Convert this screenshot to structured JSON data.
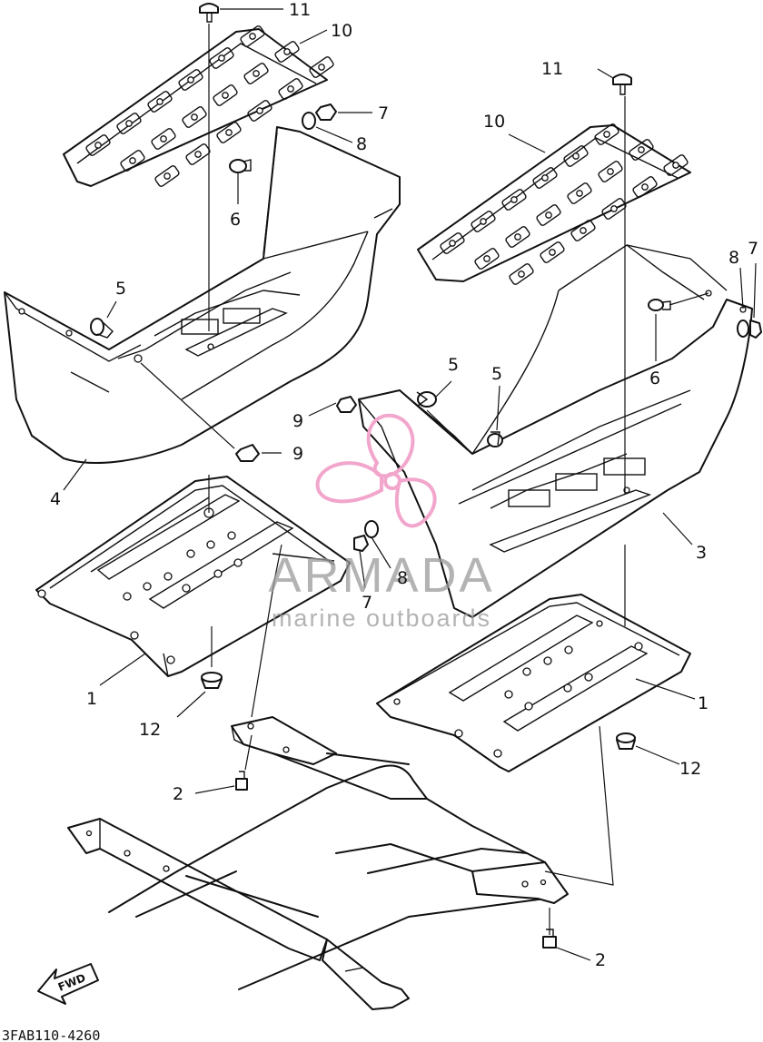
{
  "diagram": {
    "part_number": "3FAB110-4260",
    "direction_label": "FWD",
    "watermark": {
      "brand": "ARMADA",
      "tagline": "marine outboards",
      "colors": {
        "logo": "#f2a6cc",
        "text": "#9a9a9a"
      }
    },
    "callouts": [
      {
        "id": "c-11-left",
        "text": "11"
      },
      {
        "id": "c-10-left",
        "text": "10"
      },
      {
        "id": "c-7-left",
        "text": "7"
      },
      {
        "id": "c-8-left",
        "text": "8"
      },
      {
        "id": "c-6-left",
        "text": "6"
      },
      {
        "id": "c-5-left",
        "text": "5"
      },
      {
        "id": "c-11-right",
        "text": "11"
      },
      {
        "id": "c-10-right",
        "text": "10"
      },
      {
        "id": "c-8-right",
        "text": "8"
      },
      {
        "id": "c-7-right",
        "text": "7"
      },
      {
        "id": "c-6-right",
        "text": "6"
      },
      {
        "id": "c-5-mid-a",
        "text": "5"
      },
      {
        "id": "c-5-mid-b",
        "text": "5"
      },
      {
        "id": "c-9-upper",
        "text": "9"
      },
      {
        "id": "c-9-lower",
        "text": "9"
      },
      {
        "id": "c-4",
        "text": "4"
      },
      {
        "id": "c-3",
        "text": "3"
      },
      {
        "id": "c-8-mid",
        "text": "8"
      },
      {
        "id": "c-7-mid",
        "text": "7"
      },
      {
        "id": "c-1-left",
        "text": "1"
      },
      {
        "id": "c-1-right",
        "text": "1"
      },
      {
        "id": "c-12-left",
        "text": "12"
      },
      {
        "id": "c-12-right",
        "text": "12"
      },
      {
        "id": "c-2-left",
        "text": "2"
      },
      {
        "id": "c-2-right",
        "text": "2"
      }
    ]
  }
}
